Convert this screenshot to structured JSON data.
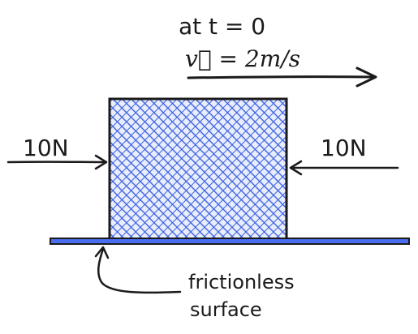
{
  "diagram": {
    "time_label": "at t = 0",
    "velocity_label": "v⃗ = 2m/s",
    "left_force_label": "10N",
    "right_force_label": "10N",
    "surface_label_line1": "frictionless",
    "surface_label_line2": "surface"
  },
  "colors": {
    "block_fill": "#6f8ff0",
    "block_hatch": "#3b5fe0",
    "surface": "#4a6cf0",
    "ink": "#1a1a1a"
  },
  "icons": {
    "velocity_arrow": "right-arrow",
    "left_force_arrow": "right-arrow",
    "right_force_arrow": "left-arrow"
  }
}
